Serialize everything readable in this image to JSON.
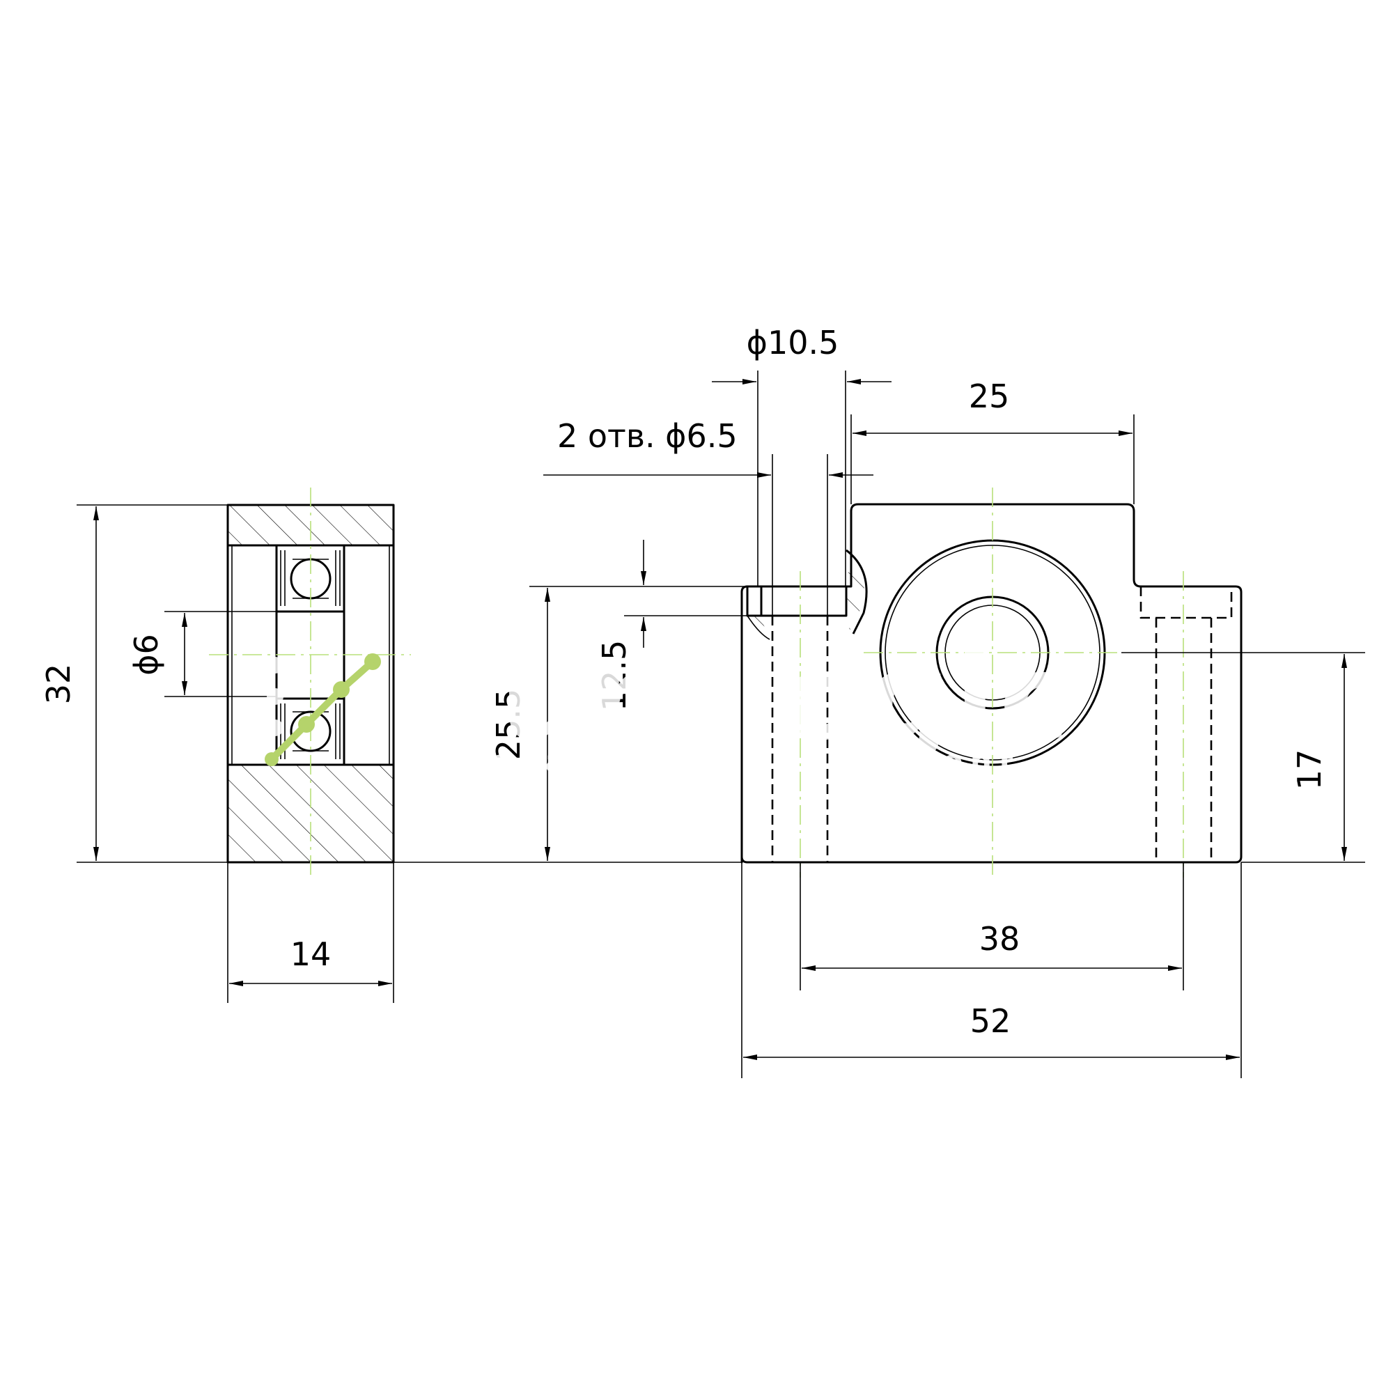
{
  "dimensions": {
    "side_height": "32",
    "bore_dia": "ϕ6",
    "side_width": "14",
    "hole_dia": "ϕ10.5",
    "center_offset": "25",
    "holes_note": "2 отв. ϕ6.5",
    "counterbore_depth": "12.5",
    "total_height": "25.5",
    "axis_height": "17",
    "hole_spacing": "38",
    "total_width": "52"
  },
  "watermark": {
    "brand": "purelogic",
    "tagline": "research & development"
  },
  "colors": {
    "line": "#000000",
    "centerline": "#b8e07a",
    "logo_accent": "#b5d36b"
  }
}
